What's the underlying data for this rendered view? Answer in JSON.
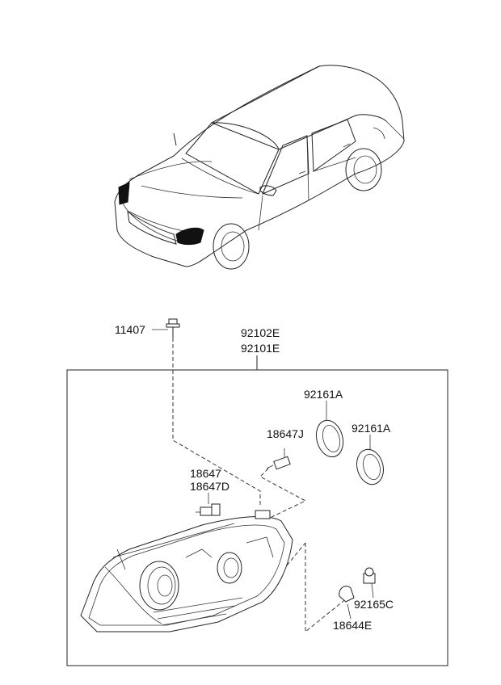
{
  "parts": {
    "screw": "11407",
    "headlamp_assy_rh": "92102E",
    "headlamp_assy_lh": "92101E",
    "cap_upper": "92161A",
    "cap_lower": "92161A",
    "socket_side": "18647J",
    "bulb_1": "18647",
    "bulb_2": "18647D",
    "socket_turn": "92165C",
    "bulb_turn": "18644E"
  }
}
